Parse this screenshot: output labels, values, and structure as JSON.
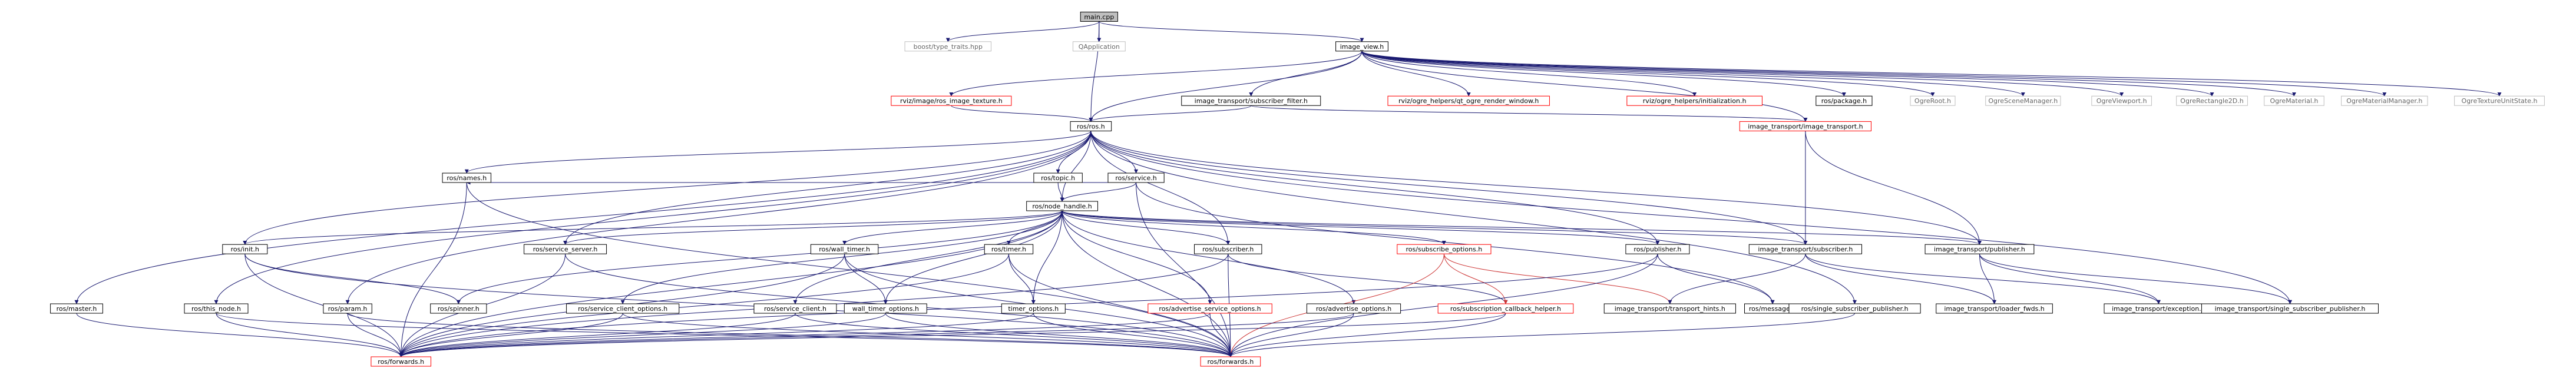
{
  "colors": {
    "edge": "#191970",
    "edge_alt": "#cc3333",
    "box_normal": "#000000",
    "box_red": "#ff0000",
    "box_gray": "#bfbfbf",
    "box_root": "#000000",
    "fill_root": "#bfbfbf",
    "text": "#000000",
    "text_gray": "#666666"
  },
  "nodes": [
    {
      "id": "main",
      "label": "main.cpp",
      "kind": "root"
    },
    {
      "id": "typetraits",
      "label": "boost/type_traits.hpp",
      "kind": "gray"
    },
    {
      "id": "qapp",
      "label": "QApplication",
      "kind": "gray"
    },
    {
      "id": "imageview",
      "label": "image_view.h",
      "kind": "normal"
    },
    {
      "id": "rvizimg",
      "label": "rviz/image/ros_image_texture.h",
      "kind": "red"
    },
    {
      "id": "itsubfilter",
      "label": "image_transport/subscriber_filter.h",
      "kind": "normal"
    },
    {
      "id": "qtogre",
      "label": "rviz/ogre_helpers/qt_ogre_render_window.h",
      "kind": "red"
    },
    {
      "id": "ogreinit",
      "label": "rviz/ogre_helpers/initialization.h",
      "kind": "red"
    },
    {
      "id": "rospackage",
      "label": "ros/package.h",
      "kind": "normal"
    },
    {
      "id": "ogreroot",
      "label": "OgreRoot.h",
      "kind": "gray"
    },
    {
      "id": "ogrescene",
      "label": "OgreSceneManager.h",
      "kind": "gray"
    },
    {
      "id": "ogreviewport",
      "label": "OgreViewport.h",
      "kind": "gray"
    },
    {
      "id": "ogrerect",
      "label": "OgreRectangle2D.h",
      "kind": "gray"
    },
    {
      "id": "ogremat",
      "label": "OgreMaterial.h",
      "kind": "gray"
    },
    {
      "id": "ogrematmgr",
      "label": "OgreMaterialManager.h",
      "kind": "gray"
    },
    {
      "id": "ogretexunit",
      "label": "OgreTextureUnitState.h",
      "kind": "gray"
    },
    {
      "id": "rosros",
      "label": "ros/ros.h",
      "kind": "normal"
    },
    {
      "id": "itimagetransport",
      "label": "image_transport/image_transport.h",
      "kind": "red"
    },
    {
      "id": "rostopic",
      "label": "ros/topic.h",
      "kind": "normal"
    },
    {
      "id": "rosservice",
      "label": "ros/service.h",
      "kind": "normal"
    },
    {
      "id": "rosnames",
      "label": "ros/names.h",
      "kind": "normal"
    },
    {
      "id": "rosnodehandle",
      "label": "ros/node_handle.h",
      "kind": "normal"
    },
    {
      "id": "rosinit",
      "label": "ros/init.h",
      "kind": "normal"
    },
    {
      "id": "rosservicesrv",
      "label": "ros/service_server.h",
      "kind": "normal"
    },
    {
      "id": "roswalltimer",
      "label": "ros/wall_timer.h",
      "kind": "normal"
    },
    {
      "id": "rostimer",
      "label": "ros/timer.h",
      "kind": "normal"
    },
    {
      "id": "rossubscriber",
      "label": "ros/subscriber.h",
      "kind": "normal"
    },
    {
      "id": "rossubopts",
      "label": "ros/subscribe_options.h",
      "kind": "red"
    },
    {
      "id": "rospublisher",
      "label": "ros/publisher.h",
      "kind": "normal"
    },
    {
      "id": "itsubscriber",
      "label": "image_transport/subscriber.h",
      "kind": "normal"
    },
    {
      "id": "itpublisher",
      "label": "image_transport/publisher.h",
      "kind": "normal"
    },
    {
      "id": "rosmaster",
      "label": "ros/master.h",
      "kind": "normal"
    },
    {
      "id": "rosthisnode",
      "label": "ros/this_node.h",
      "kind": "normal"
    },
    {
      "id": "rosparam",
      "label": "ros/param.h",
      "kind": "normal"
    },
    {
      "id": "rosspinner",
      "label": "ros/spinner.h",
      "kind": "normal"
    },
    {
      "id": "rosscopts",
      "label": "ros/service_client_options.h",
      "kind": "normal"
    },
    {
      "id": "rosserviceclient",
      "label": "ros/service_client.h",
      "kind": "normal"
    },
    {
      "id": "wallopts",
      "label": "wall_timer_options.h",
      "kind": "normal"
    },
    {
      "id": "timeropts",
      "label": "timer_options.h",
      "kind": "normal"
    },
    {
      "id": "advsrvopts",
      "label": "ros/advertise_service_options.h",
      "kind": "red"
    },
    {
      "id": "advopts",
      "label": "ros/advertise_options.h",
      "kind": "normal"
    },
    {
      "id": "rossubcbhelper",
      "label": "ros/subscription_callback_helper.h",
      "kind": "red"
    },
    {
      "id": "ittransporthints",
      "label": "image_transport/transport_hints.h",
      "kind": "normal"
    },
    {
      "id": "rosmessage",
      "label": "ros/message.h",
      "kind": "normal"
    },
    {
      "id": "rossinglesubpub",
      "label": "ros/single_subscriber_publisher.h",
      "kind": "normal"
    },
    {
      "id": "itloaderfwds",
      "label": "image_transport/loader_fwds.h",
      "kind": "normal"
    },
    {
      "id": "itexception",
      "label": "image_transport/exception.h",
      "kind": "normal"
    },
    {
      "id": "itsinglesubpub",
      "label": "image_transport/single_subscriber_publisher.h",
      "kind": "normal"
    },
    {
      "id": "rosforwards1",
      "label": "ros/forwards.h",
      "kind": "red"
    },
    {
      "id": "rosforwards2",
      "label": "ros/forwards.h",
      "kind": "red"
    }
  ],
  "edges": [
    [
      "main",
      "typetraits"
    ],
    [
      "main",
      "qapp"
    ],
    [
      "main",
      "imageview"
    ],
    [
      "main",
      "rosros"
    ],
    [
      "imageview",
      "rvizimg"
    ],
    [
      "imageview",
      "itsubfilter"
    ],
    [
      "imageview",
      "qtogre"
    ],
    [
      "imageview",
      "ogreinit"
    ],
    [
      "imageview",
      "rospackage"
    ],
    [
      "imageview",
      "ogreroot"
    ],
    [
      "imageview",
      "ogrescene"
    ],
    [
      "imageview",
      "ogreviewport"
    ],
    [
      "imageview",
      "ogrerect"
    ],
    [
      "imageview",
      "ogremat"
    ],
    [
      "imageview",
      "ogrematmgr"
    ],
    [
      "imageview",
      "ogretexunit"
    ],
    [
      "imageview",
      "rosros"
    ],
    [
      "imageview",
      "itimagetransport"
    ],
    [
      "rvizimg",
      "rosros"
    ],
    [
      "itsubfilter",
      "rosros"
    ],
    [
      "itsubfilter",
      "itimagetransport"
    ],
    [
      "rosros",
      "rostopic"
    ],
    [
      "rosros",
      "rosservice"
    ],
    [
      "rosros",
      "rosnames"
    ],
    [
      "rosros",
      "rosnodehandle"
    ],
    [
      "rosros",
      "rosinit"
    ],
    [
      "rosros",
      "rosmaster"
    ],
    [
      "rosros",
      "rosthisnode"
    ],
    [
      "rosros",
      "rosparam"
    ],
    [
      "rosros",
      "rosservicesrv"
    ],
    [
      "rosros",
      "rossubscriber"
    ],
    [
      "rosros",
      "rospublisher"
    ],
    [
      "rosros",
      "itsubscriber"
    ],
    [
      "rosros",
      "itpublisher"
    ],
    [
      "rosros",
      "rossinglesubpub"
    ],
    [
      "rosros",
      "itsinglesubpub"
    ],
    [
      "itimagetransport",
      "itsubscriber"
    ],
    [
      "itimagetransport",
      "itpublisher"
    ],
    [
      "rostopic",
      "rosnodehandle"
    ],
    [
      "rosservice",
      "rosnodehandle"
    ],
    [
      "rosservice",
      "rosforwards2"
    ],
    [
      "rosservice",
      "rosmessage"
    ],
    [
      "rosservice",
      "rosnames"
    ],
    [
      "rosnames",
      "rosforwards1"
    ],
    [
      "rosnames",
      "rosforwards2"
    ],
    [
      "rosnodehandle",
      "rosinit"
    ],
    [
      "rosnodehandle",
      "rosservicesrv"
    ],
    [
      "rosnodehandle",
      "roswalltimer"
    ],
    [
      "rosnodehandle",
      "rostimer"
    ],
    [
      "rosnodehandle",
      "rossubscriber"
    ],
    [
      "rosnodehandle",
      "rossubopts"
    ],
    [
      "rosnodehandle",
      "rospublisher"
    ],
    [
      "rosnodehandle",
      "rosspinner"
    ],
    [
      "rosnodehandle",
      "rosscopts"
    ],
    [
      "rosnodehandle",
      "rosserviceclient"
    ],
    [
      "rosnodehandle",
      "wallopts"
    ],
    [
      "rosnodehandle",
      "timeropts"
    ],
    [
      "rosnodehandle",
      "advsrvopts"
    ],
    [
      "rosnodehandle",
      "advopts"
    ],
    [
      "rosnodehandle",
      "rosforwards1"
    ],
    [
      "rosnodehandle",
      "rosforwards2"
    ],
    [
      "rosnodehandle",
      "itsubscriber"
    ],
    [
      "rosnodehandle",
      "itpublisher"
    ],
    [
      "rosinit",
      "rosspinner"
    ],
    [
      "rosinit",
      "rosforwards1"
    ],
    [
      "rosinit",
      "rosforwards2"
    ],
    [
      "rosservicesrv",
      "rosforwards1"
    ],
    [
      "rosservicesrv",
      "rosforwards2"
    ],
    [
      "roswalltimer",
      "wallopts"
    ],
    [
      "roswalltimer",
      "rosforwards1"
    ],
    [
      "roswalltimer",
      "rosforwards2"
    ],
    [
      "rostimer",
      "timeropts"
    ],
    [
      "rostimer",
      "rosforwards1"
    ],
    [
      "rostimer",
      "rosforwards2"
    ],
    [
      "rossubscriber",
      "rossubcbhelper"
    ],
    [
      "rossubscriber",
      "rosforwards1"
    ],
    [
      "rossubscriber",
      "rosforwards2"
    ],
    [
      "rossubopts",
      "rossubcbhelper"
    ],
    [
      "rossubopts",
      "ittransporthints"
    ],
    [
      "rossubopts",
      "rosforwards2"
    ],
    [
      "rospublisher",
      "rosmessage"
    ],
    [
      "rospublisher",
      "rosforwards1"
    ],
    [
      "rospublisher",
      "rosforwards2"
    ],
    [
      "itsubscriber",
      "ittransporthints"
    ],
    [
      "itsubscriber",
      "itloaderfwds"
    ],
    [
      "itsubscriber",
      "itexception"
    ],
    [
      "itpublisher",
      "itsinglesubpub"
    ],
    [
      "itpublisher",
      "itexception"
    ],
    [
      "itpublisher",
      "itloaderfwds"
    ],
    [
      "rosmaster",
      "rosforwards1"
    ],
    [
      "rosthisnode",
      "rosforwards1"
    ],
    [
      "rosthisnode",
      "rosforwards2"
    ],
    [
      "rosparam",
      "rosforwards1"
    ],
    [
      "rosparam",
      "rosforwards2"
    ],
    [
      "rosscopts",
      "rosforwards1"
    ],
    [
      "rosscopts",
      "rosforwards2"
    ],
    [
      "rosserviceclient",
      "rosforwards1"
    ],
    [
      "rosserviceclient",
      "rosforwards2"
    ],
    [
      "wallopts",
      "rosforwards1"
    ],
    [
      "wallopts",
      "rosforwards2"
    ],
    [
      "timeropts",
      "rosforwards1"
    ],
    [
      "timeropts",
      "rosforwards2"
    ],
    [
      "advsrvopts",
      "rosforwards1"
    ],
    [
      "advsrvopts",
      "rosforwards2"
    ],
    [
      "advopts",
      "rosforwards1"
    ],
    [
      "advopts",
      "rosforwards2"
    ],
    [
      "rossubcbhelper",
      "rosforwards1"
    ],
    [
      "rossubcbhelper",
      "rosforwards2"
    ],
    [
      "rossinglesubpub",
      "rosforwards2"
    ]
  ]
}
